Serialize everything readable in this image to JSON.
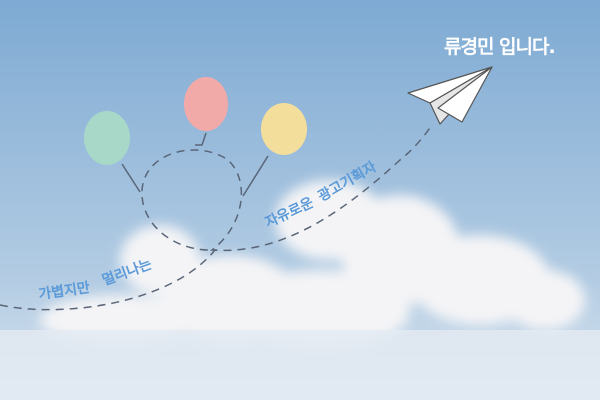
{
  "title": "류경민 입니다.",
  "phrases": [
    "가볍지만",
    "멀리나는",
    "자유로운",
    "광고기획자"
  ],
  "colors": {
    "sky_top": "#7fa9d2",
    "sky_bottom": "#b9d0e4",
    "balloon_green": "#a8d8c8",
    "balloon_pink": "#f2aaa8",
    "balloon_yellow": "#f4de9c",
    "text": "#5b9ad8",
    "line": "#5a6678"
  }
}
